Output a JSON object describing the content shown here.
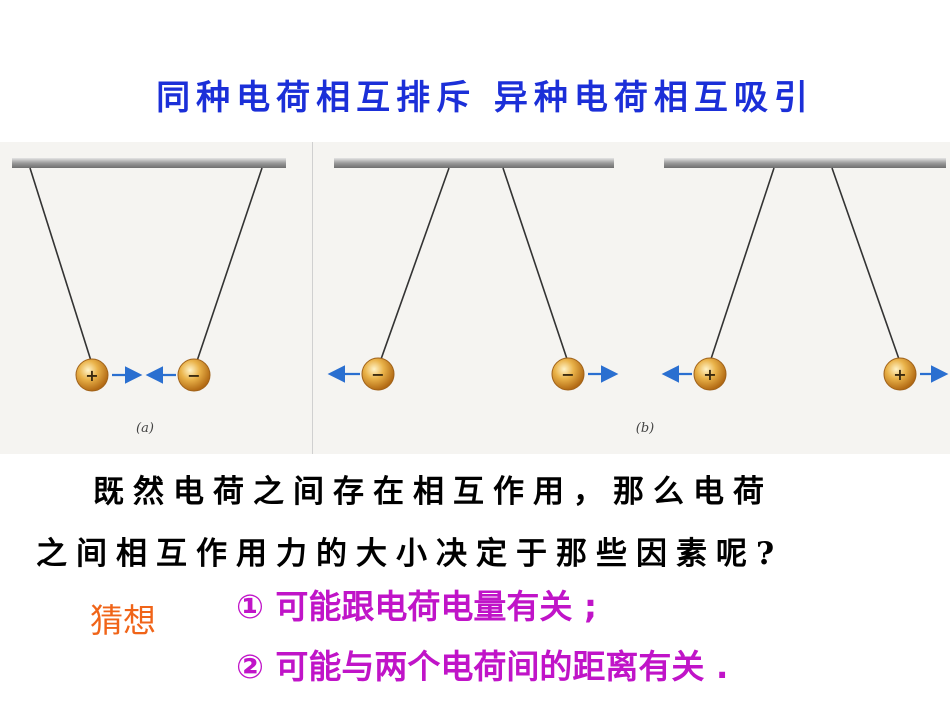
{
  "slide": {
    "title": "同种电荷相互排斥  异种电荷相互吸引",
    "question_line1": "既然电荷之间存在相互作用，那么电荷",
    "question_line2": "之间相互作用力的大小决定于那些因素呢?",
    "guess_label": "猜想",
    "hypotheses": [
      "① 可能跟电荷电量有关 ;",
      "② 可能与两个电荷间的距离有关 ."
    ]
  },
  "figure": {
    "panels": [
      {
        "caption": "(a)",
        "charges": [
          "+",
          "−"
        ]
      },
      {
        "caption": "(b)",
        "charges": [
          "−",
          "−"
        ]
      },
      {
        "caption": "",
        "charges": [
          "+",
          "+"
        ]
      }
    ],
    "colors": {
      "title": "#1b2fd8",
      "guess": "#f06418",
      "hypothesis": "#c014c8",
      "arrow": "#2a6fd0",
      "ball": "#e6a23a"
    }
  }
}
